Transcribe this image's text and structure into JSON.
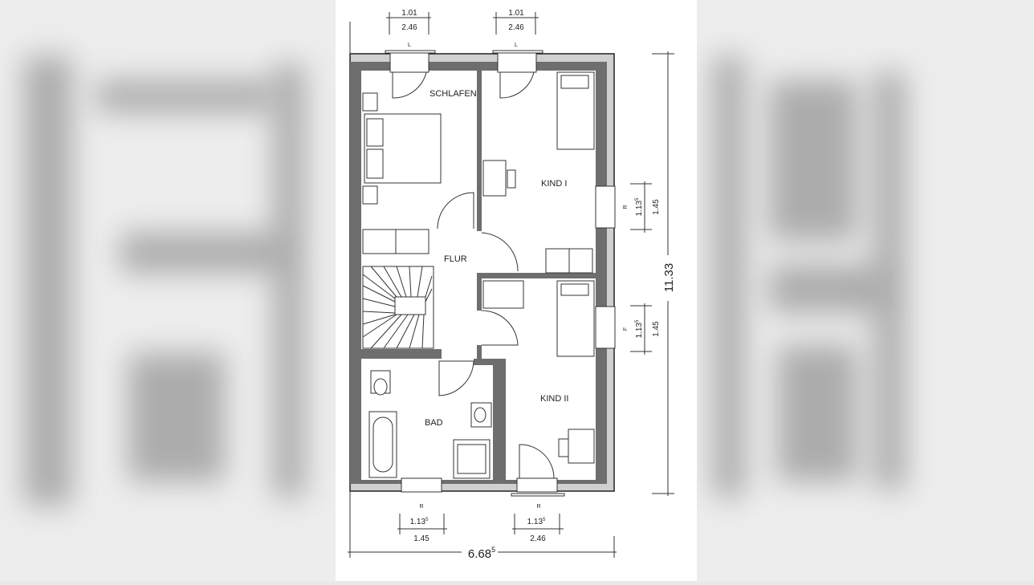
{
  "rooms": {
    "schlafen": "SCHLAFEN",
    "kind1": "KIND I",
    "kind2": "KIND II",
    "flur": "FLUR",
    "bad": "BAD"
  },
  "top_windows": [
    {
      "upper": "1.01",
      "lower": "2.46",
      "tag": "L"
    },
    {
      "upper": "1.01",
      "lower": "2.46",
      "tag": "L"
    }
  ],
  "bottom_windows": [
    {
      "tag": "R",
      "upper": "1.13",
      "upper_sup": "5",
      "lower": "1.45"
    },
    {
      "tag": "R",
      "upper": "1.13",
      "upper_sup": "5",
      "lower": "2.46"
    }
  ],
  "right_windows": [
    {
      "tag": "R",
      "upper": "1.13",
      "upper_sup": "5",
      "lower": "1.45"
    },
    {
      "tag": "F",
      "upper": "1.13",
      "upper_sup": "5",
      "lower": "1.45"
    }
  ],
  "overall": {
    "width": "6.68",
    "width_sup": "5",
    "height": "11.33"
  }
}
